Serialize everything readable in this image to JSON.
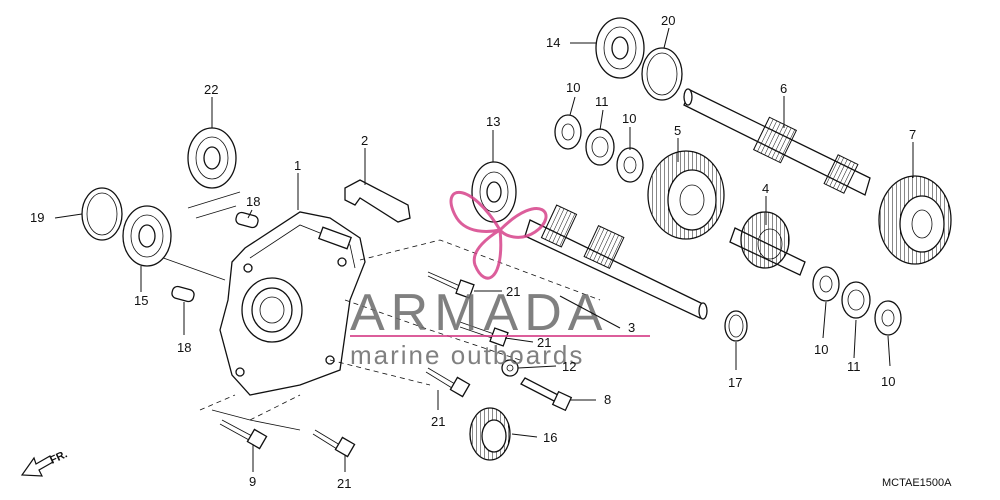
{
  "diagram_code": "MCTAE1500A",
  "front_marker": "FR.",
  "watermark": {
    "brand": "ARMADA",
    "tagline": "marine outboards",
    "accent_color": "#d6428a",
    "text_color": "#6b6b6b"
  },
  "callouts": {
    "c1": "1",
    "c2": "2",
    "c3": "3",
    "c4": "4",
    "c5": "5",
    "c6": "6",
    "c7": "7",
    "c8": "8",
    "c9": "9",
    "c10a": "10",
    "c10b": "10",
    "c10c": "10",
    "c10d": "10",
    "c11a": "11",
    "c11b": "11",
    "c12": "12",
    "c13": "13",
    "c14": "14",
    "c15": "15",
    "c16": "16",
    "c17": "17",
    "c18a": "18",
    "c18b": "18",
    "c19": "19",
    "c20": "20",
    "c21a": "21",
    "c21b": "21",
    "c21c": "21",
    "c21d": "21",
    "c22": "22"
  }
}
